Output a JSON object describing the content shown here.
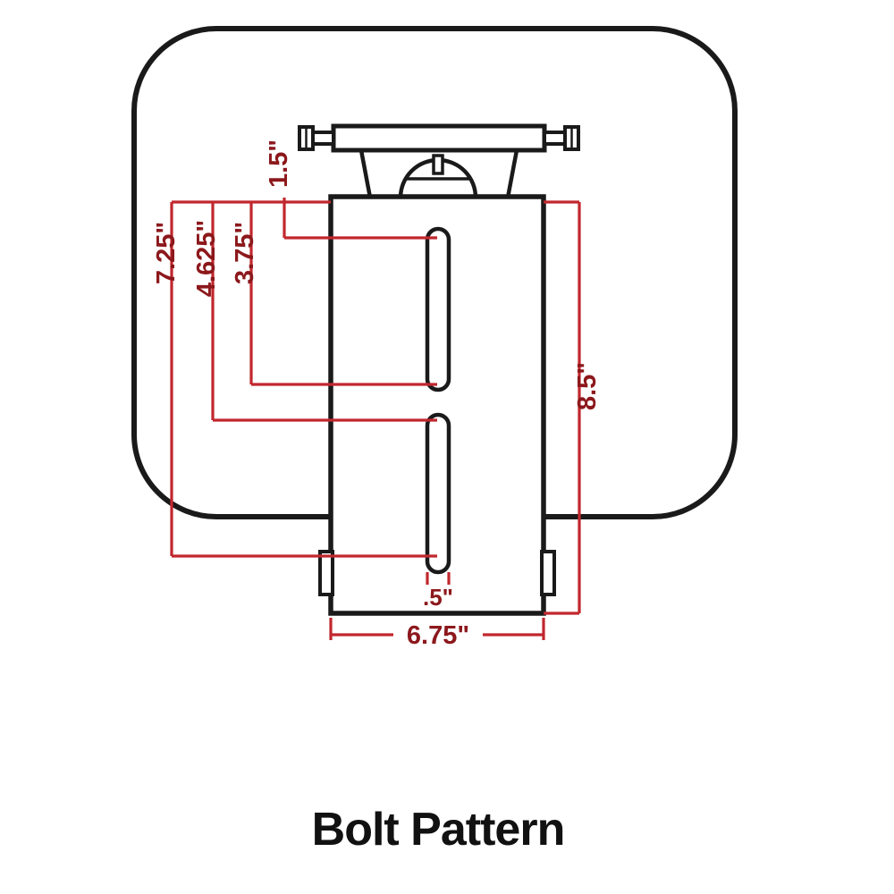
{
  "diagram": {
    "title": "Bolt Pattern",
    "dimensions": {
      "offset_top": "1.5\"",
      "left_total": "7.25\"",
      "left_mid": "4.625\"",
      "left_inner": "3.75\"",
      "right_height": "8.5\"",
      "slot_width": ".5\"",
      "bottom_width": "6.75\""
    },
    "colors": {
      "dimension_line": "#C1272D",
      "dimension_text": "#8C181C",
      "outline": "#1A1A1A",
      "background": "#FFFFFF"
    }
  }
}
